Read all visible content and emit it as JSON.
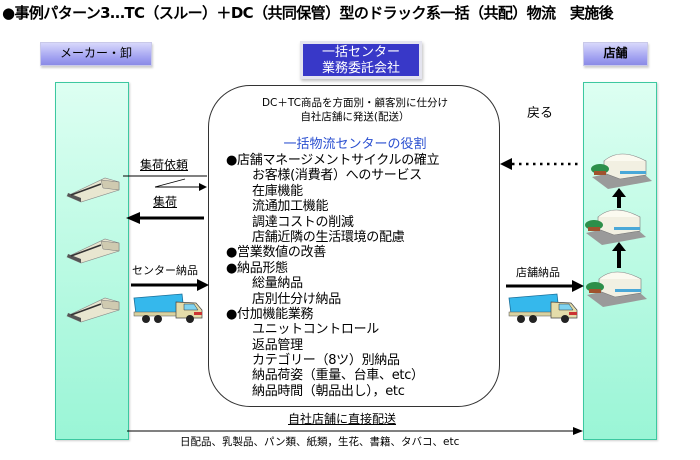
{
  "title": "●事例パターン3…TC（スルー）＋DC（共同保管）型のドラック系一括（共配）物流　実施後",
  "headers": {
    "maker": "メーカー・卸",
    "center_line1": "一括センター",
    "center_line2": "業務委託会社",
    "store": "店舗"
  },
  "center": {
    "intro_line1": "DC＋TC商品を方面別・顧客別に仕分け",
    "intro_line2": "自社店舗に発送(配送）",
    "role_title": "一括物流センターの役割",
    "items": [
      {
        "text": "●店舗マネージメントサイクルの確立",
        "level": 0
      },
      {
        "text": "お客様(消費者）へのサービス",
        "level": 1
      },
      {
        "text": "在庫機能",
        "level": 1
      },
      {
        "text": "流通加工機能",
        "level": 1
      },
      {
        "text": "調達コストの削減",
        "level": 1
      },
      {
        "text": "店舗近隣の生活環境の配慮",
        "level": 1
      },
      {
        "text": "●営業数値の改善",
        "level": 0
      },
      {
        "text": "●納品形態",
        "level": 0
      },
      {
        "text": "総量納品",
        "level": 1
      },
      {
        "text": "店別仕分け納品",
        "level": 1
      },
      {
        "text": "●付加機能業務",
        "level": 0
      },
      {
        "text": "ユニットコントロール",
        "level": 1
      },
      {
        "text": "返品管理",
        "level": 1
      },
      {
        "text": "カテゴリー（8ツ）別納品",
        "level": 1
      },
      {
        "text": "納品荷姿（重量、台車、etc）",
        "level": 1
      },
      {
        "text": "納品時間（朝品出し），etc",
        "level": 1
      }
    ]
  },
  "flows": {
    "pickup_request": "集荷依頼",
    "pickup": "集荷",
    "center_delivery": "センター納品",
    "store_delivery": "店舗納品",
    "return": "戻る",
    "direct_delivery": "自社店舗に直接配送",
    "direct_items": "日配品、乳製品、パン類、紙類，生花、書籍、タバコ、etc"
  },
  "colors": {
    "column_fill": "#b8f8e0",
    "column_border": "#3cc8a0",
    "header_purple": "#a4a4f0",
    "center_header": "#3838c8",
    "role_title": "#2a4fd0",
    "truck_body": "#35b8ec"
  }
}
